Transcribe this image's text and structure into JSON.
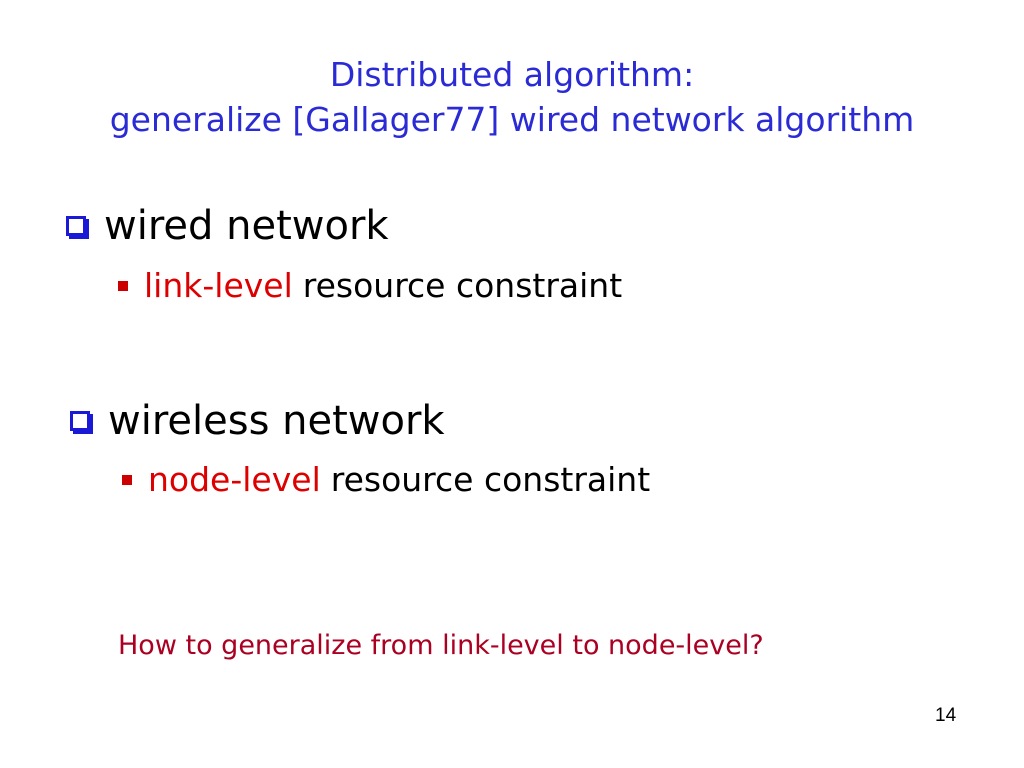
{
  "title": {
    "line1": "Distributed algorithm:",
    "line2": "generalize [Gallager77] wired network algorithm"
  },
  "bullets": [
    {
      "text": "wired network",
      "sub": {
        "highlight": "link-level",
        "rest": "resource constraint"
      }
    },
    {
      "text": "wireless network",
      "sub": {
        "highlight": "node-level",
        "rest": "resource constraint"
      }
    }
  ],
  "question": "How to generalize from link-level to node-level?",
  "page_number": "14",
  "colors": {
    "title": "#2b2bd6",
    "highlight": "#dd0000",
    "question": "#aa0022",
    "bullet_box": "#1a1ad6",
    "sub_bullet": "#cc0000"
  },
  "icons": {
    "bullet": "hollow-box-icon",
    "sub_bullet": "filled-square-icon"
  }
}
